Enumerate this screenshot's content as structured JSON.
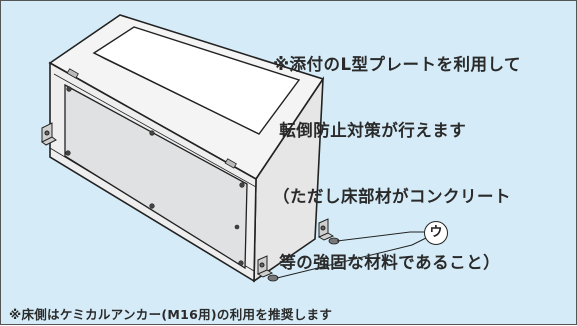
{
  "note": {
    "lines": [
      "※添付のL型プレートを利用して",
      " 転倒防止対策が行えます",
      "（ただし床部材がコンクリート",
      " 等の強固な材料であること）"
    ]
  },
  "callout": {
    "label": "ウ"
  },
  "footer": {
    "text": "※床側はケミカルアンカー(M16用)の利用を推奨します"
  },
  "colors": {
    "background": "#d5ecf8",
    "box_front": "#eeeeee",
    "box_panel": "#e0e1e2",
    "line": "#222222"
  }
}
